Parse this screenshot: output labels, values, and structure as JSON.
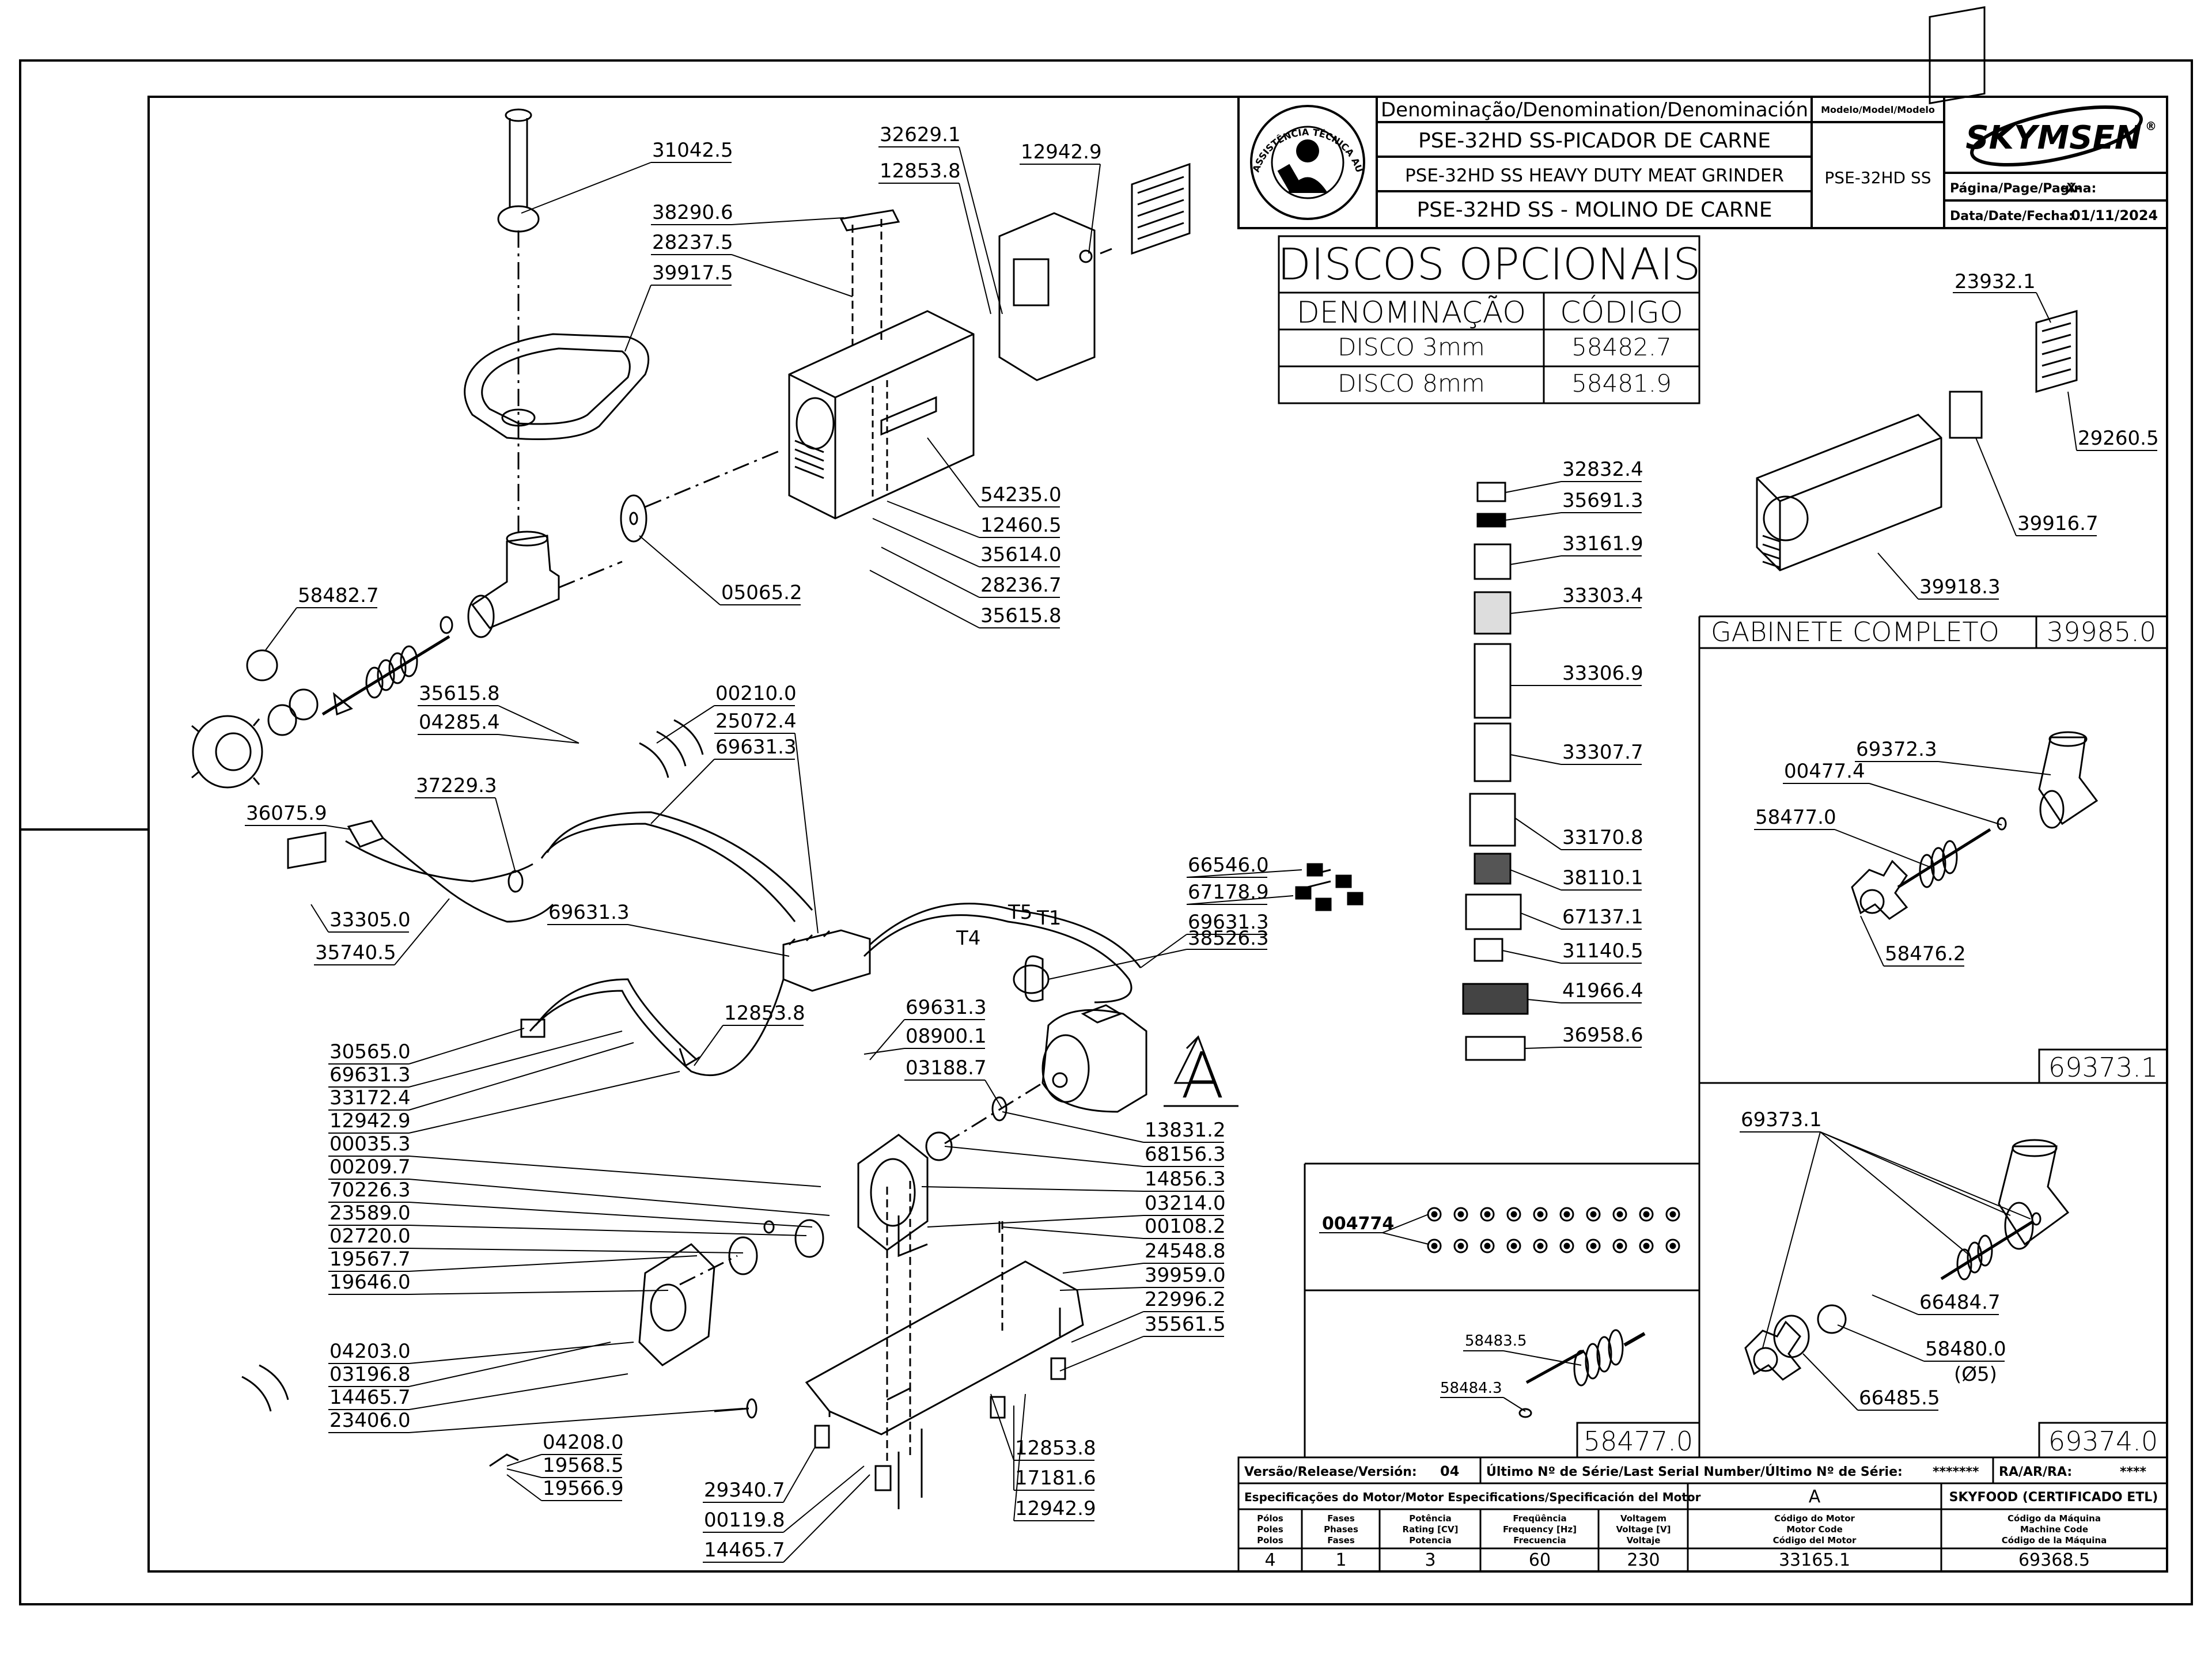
{
  "title_block": {
    "header": "Denominação/Denomination/Denominación",
    "name_pt": "PSE-32HD SS-PICADOR DE CARNE",
    "name_en": "PSE-32HD SS HEAVY DUTY MEAT GRINDER",
    "name_es": "PSE-32HD SS - MOLINO DE CARNE",
    "model_label": "Modelo/Model/Modelo",
    "model": "PSE-32HD SS",
    "brand": "SKYMSEN",
    "brand_mark": "®",
    "page_label": "Página/Page/Pagina:",
    "page_value": "-X-",
    "date_label": "Data/Date/Fecha:",
    "date_value": "01/11/2024",
    "seal_text": "ASSISTÊNCIA TÉCNICA AUTORIZADA"
  },
  "discos": {
    "title": "DISCOS OPCIONAIS",
    "col_name": "DENOMINAÇÃO",
    "col_code": "CÓDIGO",
    "rows": [
      {
        "name": "DISCO 3mm",
        "code": "58482.7"
      },
      {
        "name": "DISCO 8mm",
        "code": "58481.9"
      }
    ]
  },
  "cabinet": {
    "label": "GABINETE COMPLETO",
    "code": "39985.0"
  },
  "boxes": {
    "b69373": "69373.1",
    "b58477": "58477.0",
    "b69374": "69374.0",
    "b004774": "004774",
    "b69374_s5": "(Ø5)"
  },
  "detail_letter": "A",
  "terminals": {
    "t1": "T1",
    "t4": "T4",
    "t5": "T5"
  },
  "bottom": {
    "version_label": "Versão/Release/Versión:",
    "version_value": "04",
    "serial_label": "Último Nº de Série/Last Serial Number/Último Nº de Série:",
    "serial_value": "*******",
    "ra_label": "RA/AR/RA:",
    "ra_value": "****",
    "motor_spec": "Especificações do Motor/Motor Especifications/Specificación del Motor",
    "motor_spec_value": "A",
    "cert": "SKYFOOD (CERTIFICADO ETL)",
    "columns": [
      {
        "l1": "Pólos",
        "l2": "Poles",
        "l3": "Polos",
        "v": "4"
      },
      {
        "l1": "Fases",
        "l2": "Phases",
        "l3": "Fases",
        "v": "1"
      },
      {
        "l1": "Potência",
        "l2": "Rating [CV]",
        "l3": "Potencia",
        "v": "3"
      },
      {
        "l1": "Freqüência",
        "l2": "Frequency [Hz]",
        "l3": "Frecuencia",
        "v": "60"
      },
      {
        "l1": "Voltagem",
        "l2": "Voltage [V]",
        "l3": "Voltaje",
        "v": "230"
      },
      {
        "l1": "Código do Motor",
        "l2": "Motor Code",
        "l3": "Código del Motor",
        "v": "33165.1"
      },
      {
        "l1": "Código da Máquina",
        "l2": "Machine Code",
        "l3": "Código de la Máquina",
        "v": "69368.5"
      }
    ]
  },
  "parts": {
    "p31042_5": "31042.5",
    "p38290_6": "38290.6",
    "p28237_5": "28237.5",
    "p39917_5": "39917.5",
    "p32629_1": "32629.1",
    "p12942_9a": "12942.9",
    "p12853_8a": "12853.8",
    "p54235_0": "54235.0",
    "p12460_5": "12460.5",
    "p35614_0": "35614.0",
    "p28236_7": "28236.7",
    "p35615_8a": "35615.8",
    "p05065_2": "05065.2",
    "p58482_7": "58482.7",
    "p35615_8b": "35615.8",
    "p04285_4": "04285.4",
    "p00210_0": "00210.0",
    "p25072_4": "25072.4",
    "p69631_3a": "69631.3",
    "p37229_3": "37229.3",
    "p36075_9": "36075.9",
    "p33305_0": "33305.0",
    "p35740_5": "35740.5",
    "p69631_3b": "69631.3",
    "p66546_0": "66546.0",
    "p67178_9": "67178.9",
    "p69631_3c": "69631.3",
    "p38526_3": "38526.3",
    "p12853_8b": "12853.8",
    "p69631_3d": "69631.3",
    "p08900_1": "08900.1",
    "p03188_7": "03188.7",
    "p30565_0": "30565.0",
    "p69631_3e": "69631.3",
    "p33172_4": "33172.4",
    "p12942_9b": "12942.9",
    "p00035_3": "00035.3",
    "p00209_7": "00209.7",
    "p70226_3": "70226.3",
    "p23589_0": "23589.0",
    "p02720_0": "02720.0",
    "p19567_7": "19567.7",
    "p19646_0": "19646.0",
    "p13831_2": "13831.2",
    "p68156_3": "68156.3",
    "p14856_3": "14856.3",
    "p03214_0": "03214.0",
    "p00108_2": "00108.2",
    "p24548_8": "24548.8",
    "p39959_0": "39959.0",
    "p22996_2": "22996.2",
    "p35561_5": "35561.5",
    "p04203_0": "04203.0",
    "p03196_8": "03196.8",
    "p14465_7a": "14465.7",
    "p23406_0": "23406.0",
    "p04208_0": "04208.0",
    "p19568_5": "19568.5",
    "p19566_9": "19566.9",
    "p29340_7": "29340.7",
    "p00119_8": "00119.8",
    "p14465_7b": "14465.7",
    "p12853_8c": "12853.8",
    "p17181_6": "17181.6",
    "p12942_9c": "12942.9",
    "p32832_4": "32832.4",
    "p35691_3": "35691.3",
    "p33161_9": "33161.9",
    "p33303_4": "33303.4",
    "p33306_9": "33306.9",
    "p33307_7": "33307.7",
    "p33170_8": "33170.8",
    "p38110_1": "38110.1",
    "p67137_1": "67137.1",
    "p31140_5": "31140.5",
    "p41966_4": "41966.4",
    "p36958_6": "36958.6",
    "p23932_1": "23932.1",
    "p29260_5": "29260.5",
    "p39916_7": "39916.7",
    "p39918_3": "39918.3",
    "p69372_3": "69372.3",
    "p00477_4": "00477.4",
    "p58477_0": "58477.0",
    "p58476_2": "58476.2",
    "p69373_1": "69373.1",
    "p66484_7": "66484.7",
    "p58480_0": "58480.0",
    "p66485_5": "66485.5",
    "p58483_5": "58483.5",
    "p58484_3": "58484.3"
  }
}
